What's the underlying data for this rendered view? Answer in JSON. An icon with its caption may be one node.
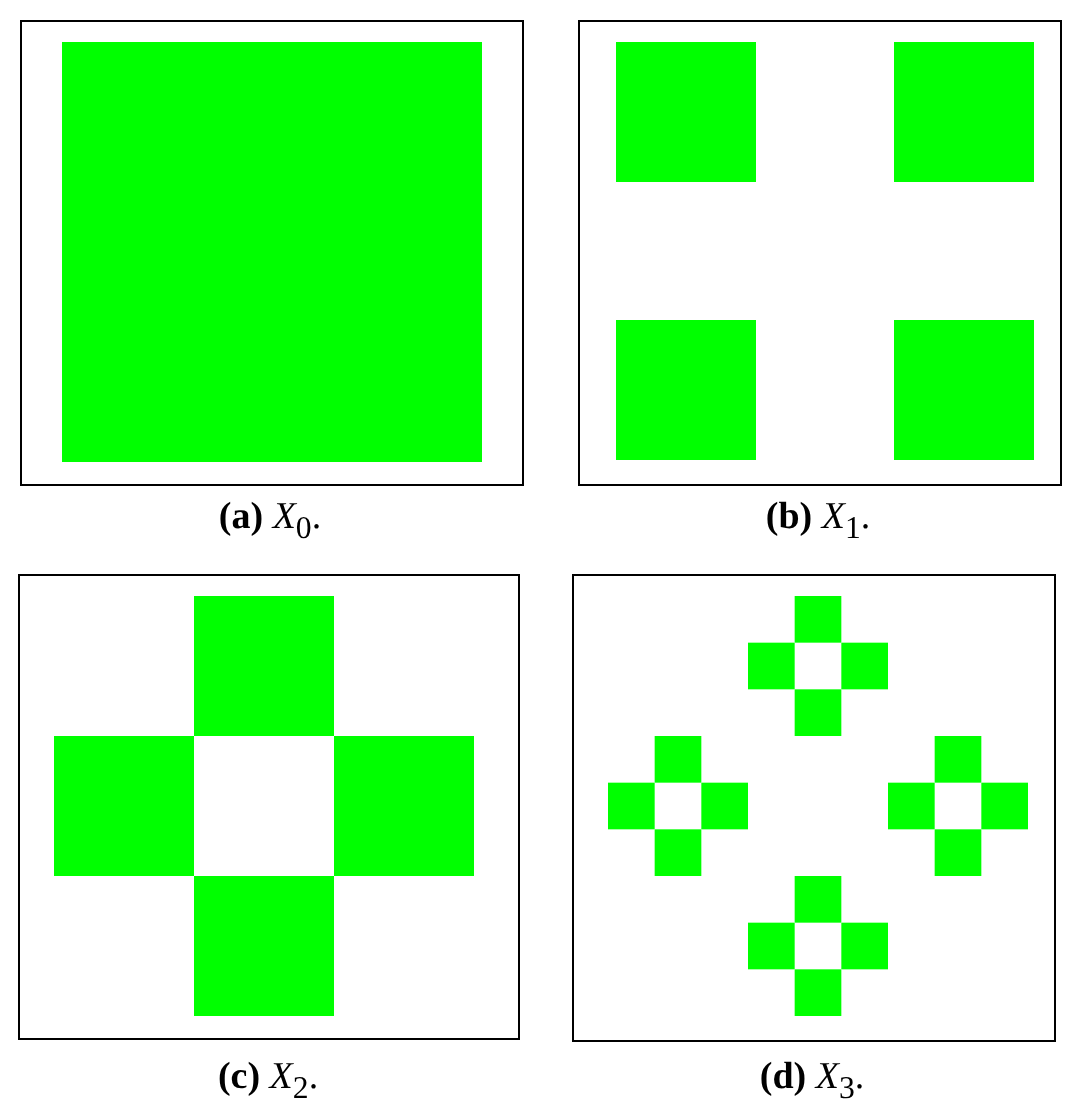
{
  "diagram": {
    "labels": [
      "**(a)** *X*$_{0}$.",
      "**(b)** *X*$_{1}$.",
      "**(c)** *X*$_{2}$.",
      "**(d)** *X*$_{3}$."
    ]
  }
}
